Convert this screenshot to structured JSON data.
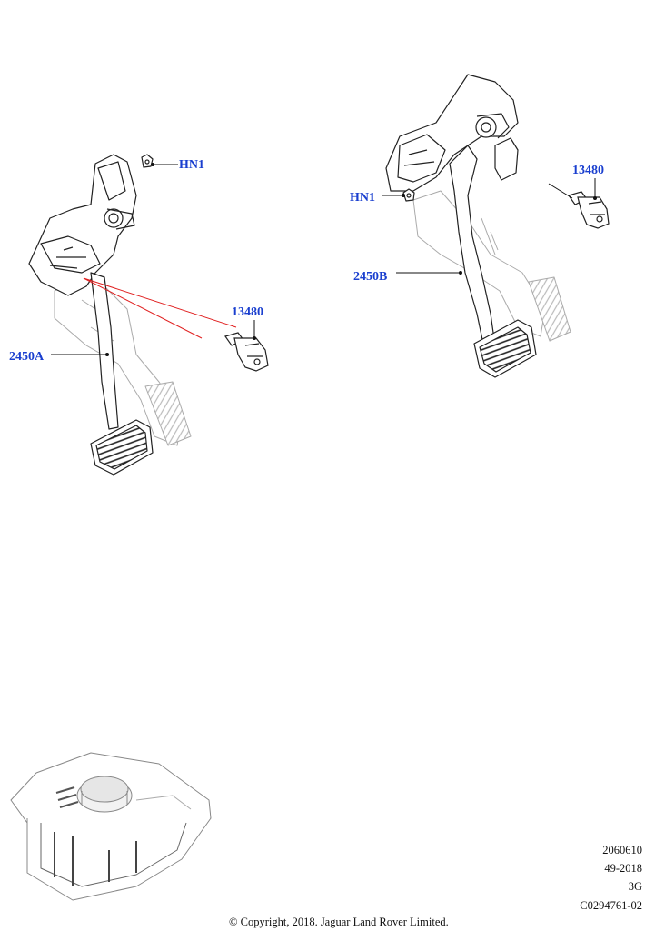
{
  "callouts": {
    "left_hn1": "HN1",
    "left_switch": "13480",
    "left_pedal": "2450A",
    "right_hn1": "HN1",
    "right_switch": "13480",
    "right_pedal": "2450B"
  },
  "meta": {
    "code": "2060610",
    "date": "49-2018",
    "rev": "3G",
    "ref": "C0294761-02"
  },
  "copyright": "© Copyright, 2018. Jaguar Land Rover Limited.",
  "colors": {
    "callout": "#1a3fcf",
    "leader_highlight": "#e02020"
  }
}
